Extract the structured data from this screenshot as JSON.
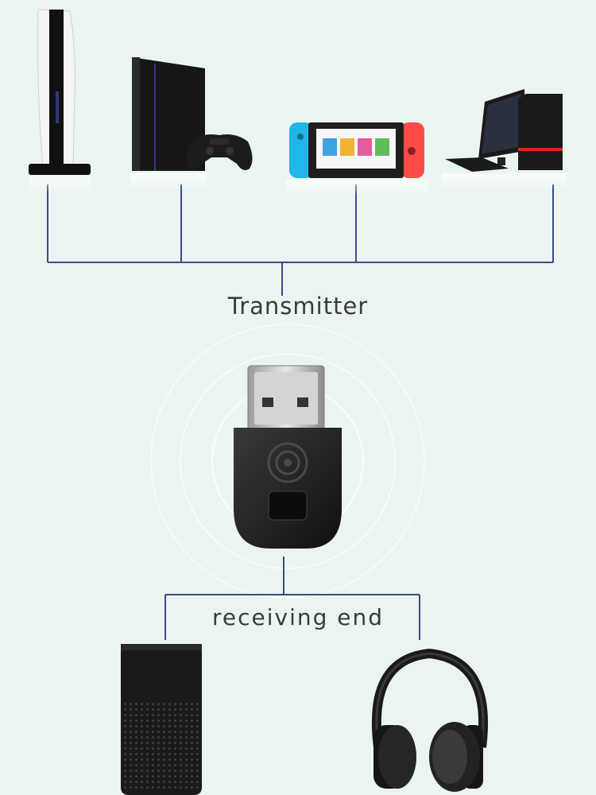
{
  "labels": {
    "transmitter": "Transmitter",
    "receiving_end": "receiving end"
  },
  "colors": {
    "background": "#eaf5f1",
    "connector_line": "#3a4a8a",
    "device_dark": "#1a1a1a",
    "switch_left": "#1fb6e8",
    "switch_right": "#ff4a4a"
  },
  "devices": {
    "sources": [
      "ps5-console",
      "ps4-console-with-controller",
      "nintendo-switch",
      "desktop-pc"
    ],
    "transmitter": "usb-dongle-icon",
    "receivers": [
      "smart-speaker",
      "headphones"
    ]
  }
}
